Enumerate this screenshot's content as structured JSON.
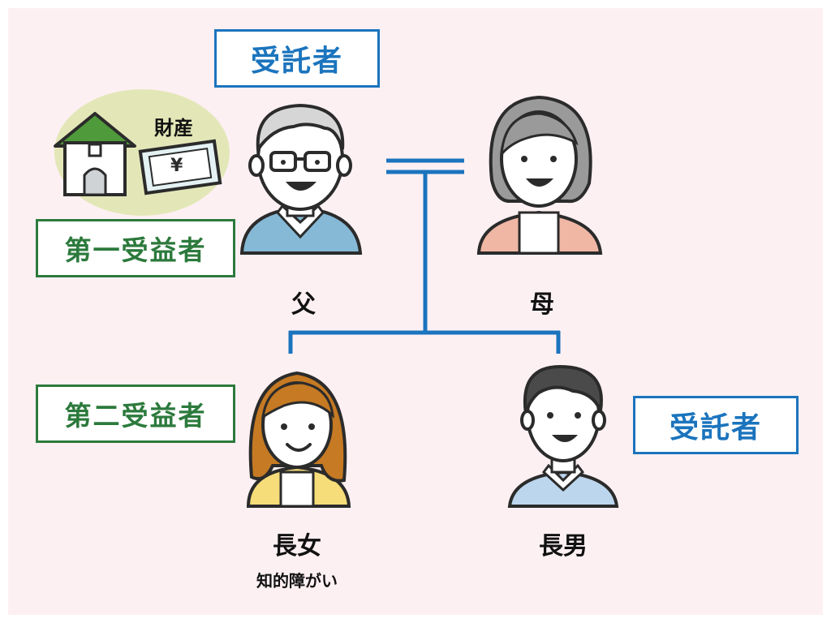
{
  "roles": {
    "trustee_top": "受託者",
    "first_beneficiary": "第一受益者",
    "second_beneficiary": "第二受益者",
    "trustee_right": "受託者"
  },
  "property": {
    "label": "財産",
    "yen_symbol": "¥"
  },
  "people": {
    "father": "父",
    "mother": "母",
    "eldest_daughter": "長女",
    "eldest_daughter_note": "知的障がい",
    "eldest_son": "長男"
  },
  "colors": {
    "trustee_blue": "#1b74bd",
    "beneficiary_green": "#2c7a3c",
    "background_pink": "#fdf0f3",
    "connector_blue": "#1b74bd"
  }
}
